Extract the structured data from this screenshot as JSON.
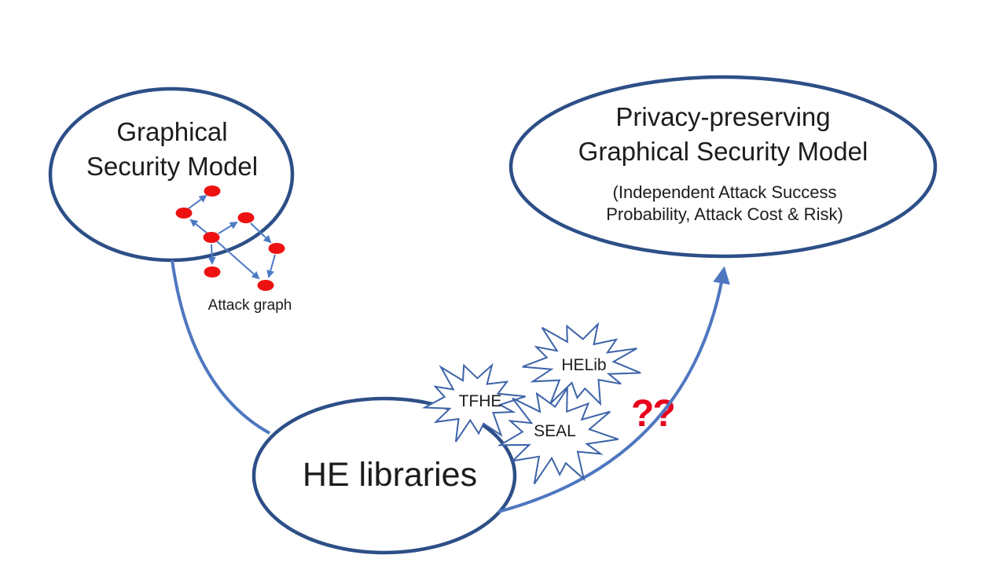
{
  "diagram": {
    "gsm": {
      "line1": "Graphical",
      "line2": "Security Model",
      "attack_graph_label": "Attack graph"
    },
    "ppgsm": {
      "line1": "Privacy-preserving",
      "line2": "Graphical Security Model",
      "sub_line1": "(Independent Attack Success",
      "sub_line2": "Probability, Attack Cost & Risk)"
    },
    "he_libraries": {
      "label": "HE libraries"
    },
    "bursts": {
      "tfhe": "TFHE",
      "helib": "HELib",
      "seal": "SEAL"
    },
    "question_marks": "??",
    "colors": {
      "ellipse_stroke": "#2d4f87",
      "connector": "#4f77c0",
      "burst_stroke": "#3d63a8",
      "graph_edge": "#4d79c4",
      "node_red": "#ee1111",
      "question_red": "#e8001c",
      "text": "#1c1c1c"
    }
  }
}
